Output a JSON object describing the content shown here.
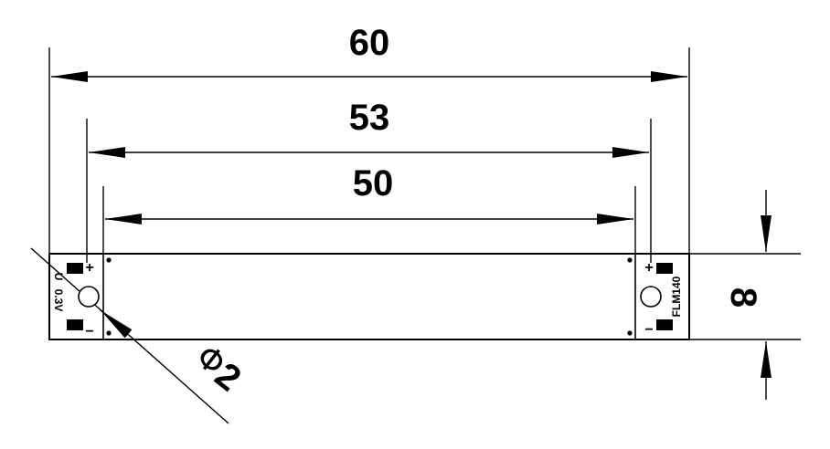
{
  "dimensions": {
    "length_overall": "60",
    "hole_spacing": "53",
    "body_length": "50",
    "height": "8",
    "hole_diameter_symbol": "Φ",
    "hole_diameter_value": "2"
  },
  "board_markings": {
    "left_label": "0.3V",
    "left_prefix": "U",
    "right_label": "FLM140",
    "plus": "+",
    "minus": "−"
  }
}
